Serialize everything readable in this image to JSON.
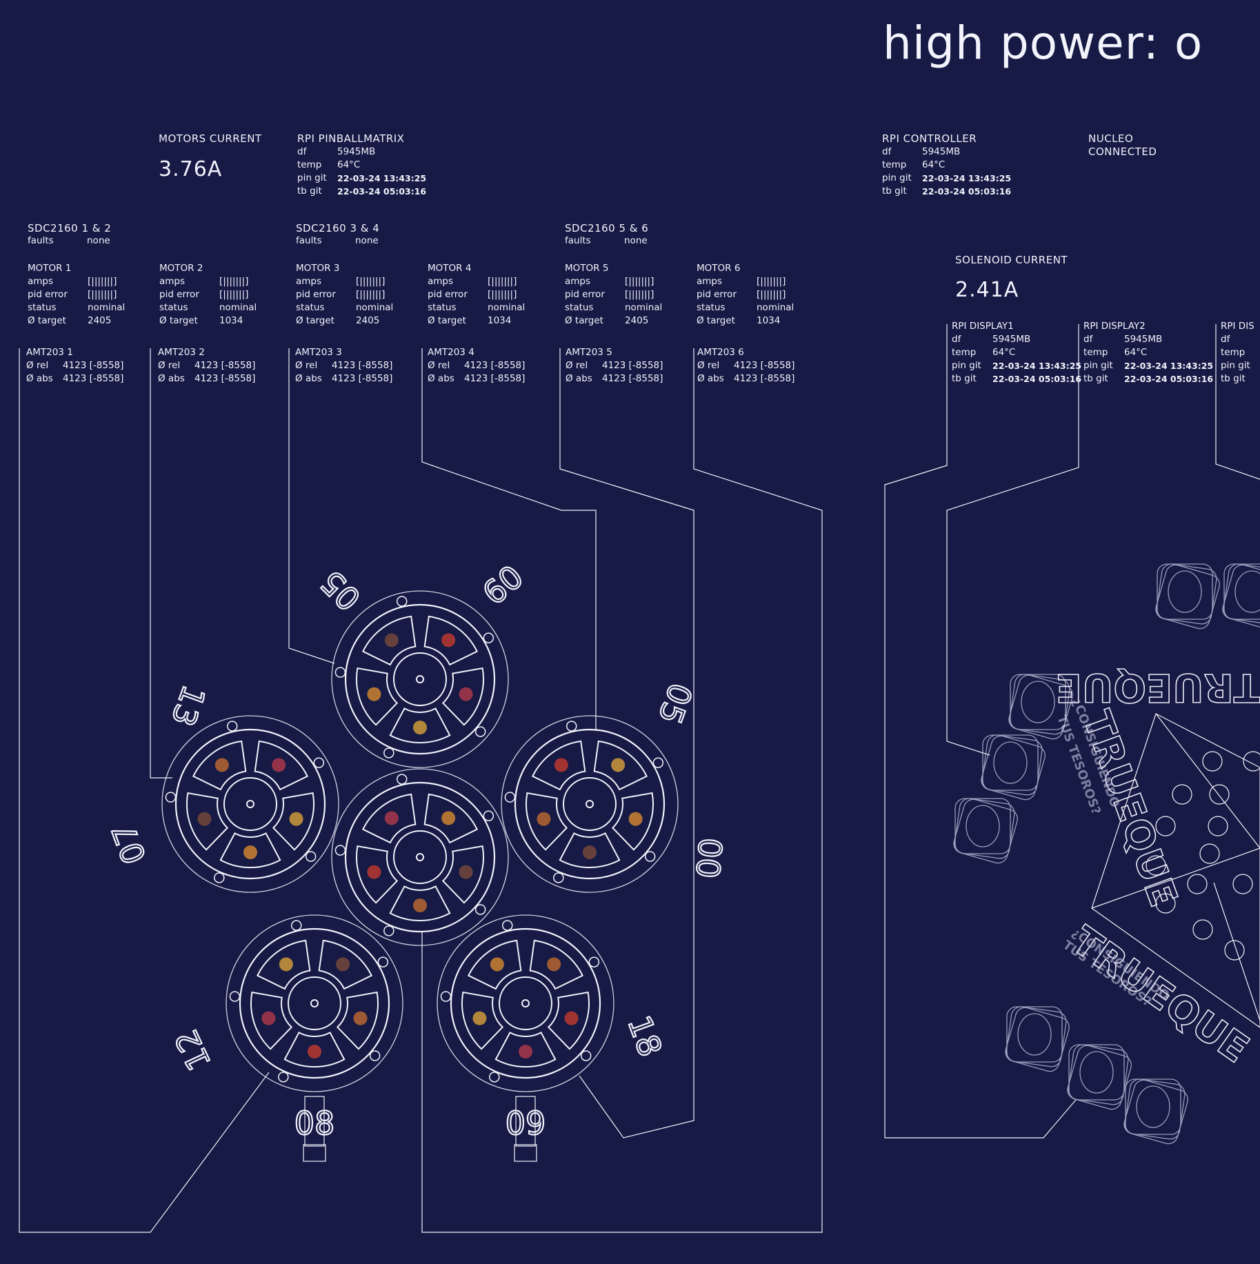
{
  "title": "high power: o",
  "motors_current": {
    "label": "MOTORS CURRENT",
    "value": "3.76A"
  },
  "solenoid_current": {
    "label": "SOLENOID CURRENT",
    "value": "2.41A"
  },
  "rpi_pinballmatrix": {
    "label": "RPI PINBALLMATRIX",
    "df_k": "df",
    "df": "5945MB",
    "temp_k": "temp",
    "temp": "64°C",
    "pin_k": "pin git",
    "pin": "22-03-24 13:43:25",
    "tb_k": "tb git",
    "tb": "22-03-24 05:03:16"
  },
  "rpi_controller": {
    "label": "RPI CONTROLLER",
    "df_k": "df",
    "df": "5945MB",
    "temp_k": "temp",
    "temp": "64°C",
    "pin_k": "pin git",
    "pin": "22-03-24 13:43:25",
    "tb_k": "tb git",
    "tb": "22-03-24 05:03:16"
  },
  "nucleo": {
    "label": "NUCLEO",
    "status": "CONNECTED"
  },
  "sdc": [
    {
      "label": "SDC2160  1 & 2",
      "faults_k": "faults",
      "faults": "none"
    },
    {
      "label": "SDC2160  3 & 4",
      "faults_k": "faults",
      "faults": "none"
    },
    {
      "label": "SDC2160  5 & 6",
      "faults_k": "faults",
      "faults": "none"
    }
  ],
  "motors": [
    {
      "label": "MOTOR 1",
      "amps_k": "amps",
      "amps": "[|||||||]",
      "pid_k": "pid error",
      "pid": "[|||||||]",
      "status_k": "status",
      "status": "nominal",
      "target_k": "Ø target",
      "target": "2405"
    },
    {
      "label": "MOTOR 2",
      "amps_k": "amps",
      "amps": "[|||||||]",
      "pid_k": "pid error",
      "pid": "[|||||||]",
      "status_k": "status",
      "status": "nominal",
      "target_k": "Ø target",
      "target": "1034"
    },
    {
      "label": "MOTOR 3",
      "amps_k": "amps",
      "amps": "[|||||||]",
      "pid_k": "pid error",
      "pid": "[|||||||]",
      "status_k": "status",
      "status": "nominal",
      "target_k": "Ø target",
      "target": "2405"
    },
    {
      "label": "MOTOR 4",
      "amps_k": "amps",
      "amps": "[|||||||]",
      "pid_k": "pid error",
      "pid": "[|||||||]",
      "status_k": "status",
      "status": "nominal",
      "target_k": "Ø target",
      "target": "1034"
    },
    {
      "label": "MOTOR 5",
      "amps_k": "amps",
      "amps": "[|||||||]",
      "pid_k": "pid error",
      "pid": "[|||||||]",
      "status_k": "status",
      "status": "nominal",
      "target_k": "Ø target",
      "target": "2405"
    },
    {
      "label": "MOTOR 6",
      "amps_k": "amps",
      "amps": "[|||||||]",
      "pid_k": "pid error",
      "pid": "[|||||||]",
      "status_k": "status",
      "status": "nominal",
      "target_k": "Ø target",
      "target": "1034"
    }
  ],
  "amt": [
    {
      "label": "AMT203  1",
      "rel_k": "Ø rel",
      "rel": "4123 [-8558]",
      "abs_k": "Ø abs",
      "abs": "4123 [-8558]"
    },
    {
      "label": "AMT203  2",
      "rel_k": "Ø rel",
      "rel": "4123 [-8558]",
      "abs_k": "Ø abs",
      "abs": "4123 [-8558]"
    },
    {
      "label": "AMT203  3",
      "rel_k": "Ø rel",
      "rel": "4123 [-8558]",
      "abs_k": "Ø abs",
      "abs": "4123 [-8558]"
    },
    {
      "label": "AMT203  4",
      "rel_k": "Ø rel",
      "rel": "4123 [-8558]",
      "abs_k": "Ø abs",
      "abs": "4123 [-8558]"
    },
    {
      "label": "AMT203  5",
      "rel_k": "Ø rel",
      "rel": "4123 [-8558]",
      "abs_k": "Ø abs",
      "abs": "4123 [-8558]"
    },
    {
      "label": "AMT203  6",
      "rel_k": "Ø rel",
      "rel": "4123 [-8558]",
      "abs_k": "Ø abs",
      "abs": "4123 [-8558]"
    }
  ],
  "displays": [
    {
      "label": "RPI  DISPLAY1",
      "df_k": "df",
      "df": "5945MB",
      "temp_k": "temp",
      "temp": "64°C",
      "pin_k": "pin git",
      "pin": "22-03-24 13:43:25",
      "tb_k": "tb git",
      "tb": "22-03-24 05:03:16"
    },
    {
      "label": "RPI  DISPLAY2",
      "df_k": "df",
      "df": "5945MB",
      "temp_k": "temp",
      "temp": "64°C",
      "pin_k": "pin git",
      "pin": "22-03-24 13:43:25",
      "tb_k": "tb git",
      "tb": "22-03-24 05:03:16"
    },
    {
      "label": "RPI  DIS",
      "df_k": "df",
      "temp_k": "temp",
      "pin_k": "pin git",
      "tb_k": "tb git"
    }
  ],
  "carousel_labels": [
    "05",
    "09",
    "13",
    "05",
    "07",
    "00",
    "12",
    "18",
    "08",
    "09"
  ],
  "trueque": {
    "word": "TRUEQUE",
    "sub1": "¿CONSIGUIENDO",
    "sub2": "TUS TESOROS?"
  },
  "colors": {
    "background": "#161a45",
    "line": "#f2f3fb"
  }
}
